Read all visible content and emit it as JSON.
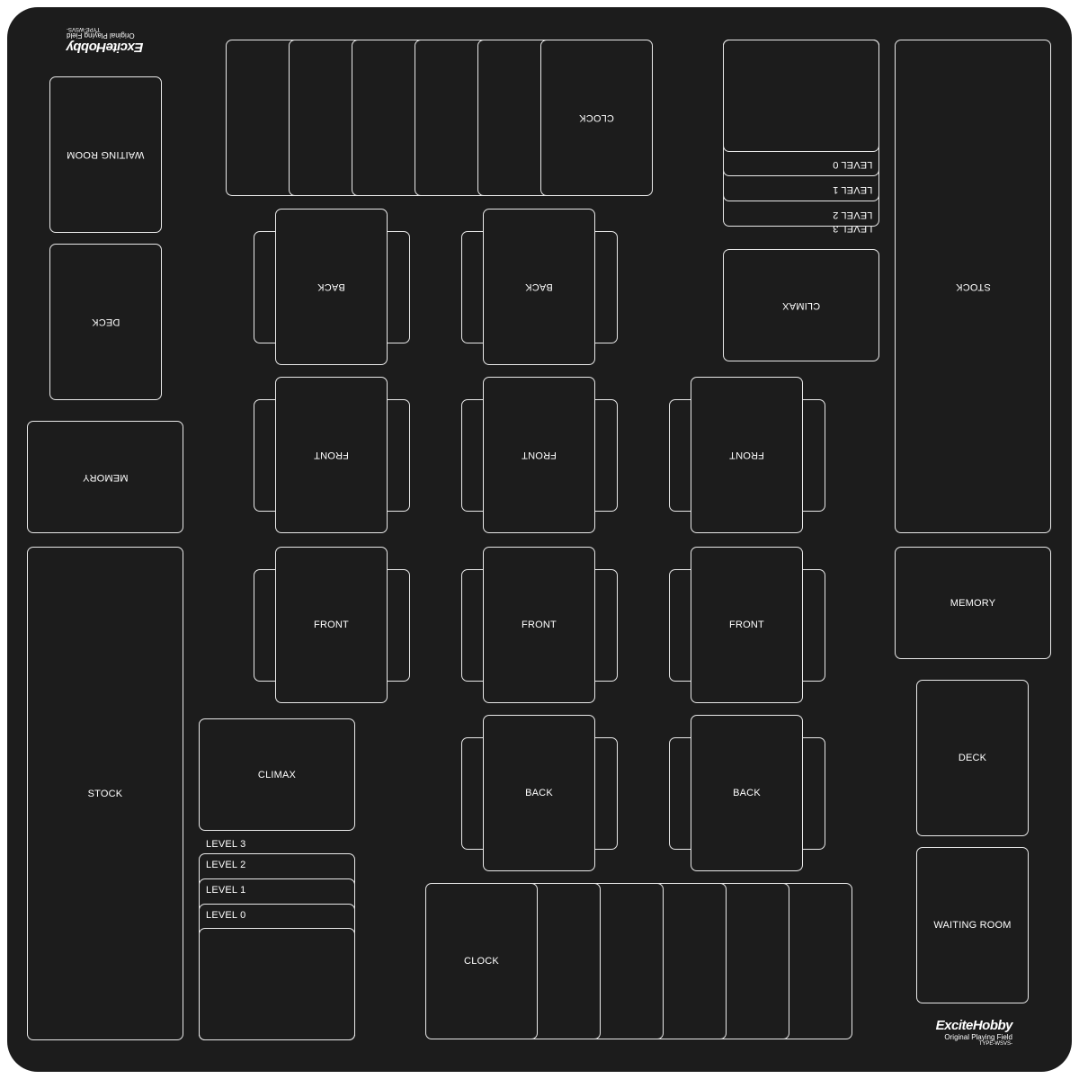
{
  "mat": {
    "background": "#1c1c1c",
    "line_color": "#e9e9e9"
  },
  "brand": {
    "logo": "ExciteHobby",
    "subtitle": "Original Playing Field",
    "type": "TYPE-WSVS-"
  },
  "player": {
    "waiting_room": "WAITING ROOM",
    "deck": "DECK",
    "memory": "MEMORY",
    "stock": "STOCK",
    "climax": "CLIMAX",
    "clock": "CLOCK",
    "front": "FRONT",
    "back": "BACK",
    "levels": [
      "LEVEL 3",
      "LEVEL 2",
      "LEVEL 1",
      "LEVEL 0"
    ]
  },
  "opponent": {
    "waiting_room": "WAITING ROOM",
    "deck": "DECK",
    "memory": "MEMORY",
    "stock": "STOCK",
    "climax": "CLIMAX",
    "clock": "CLOCK",
    "front": "FRONT",
    "back": "BACK",
    "levels": [
      "LEVEL 0",
      "LEVEL 1",
      "LEVEL 2",
      "LEVEL 3"
    ]
  }
}
